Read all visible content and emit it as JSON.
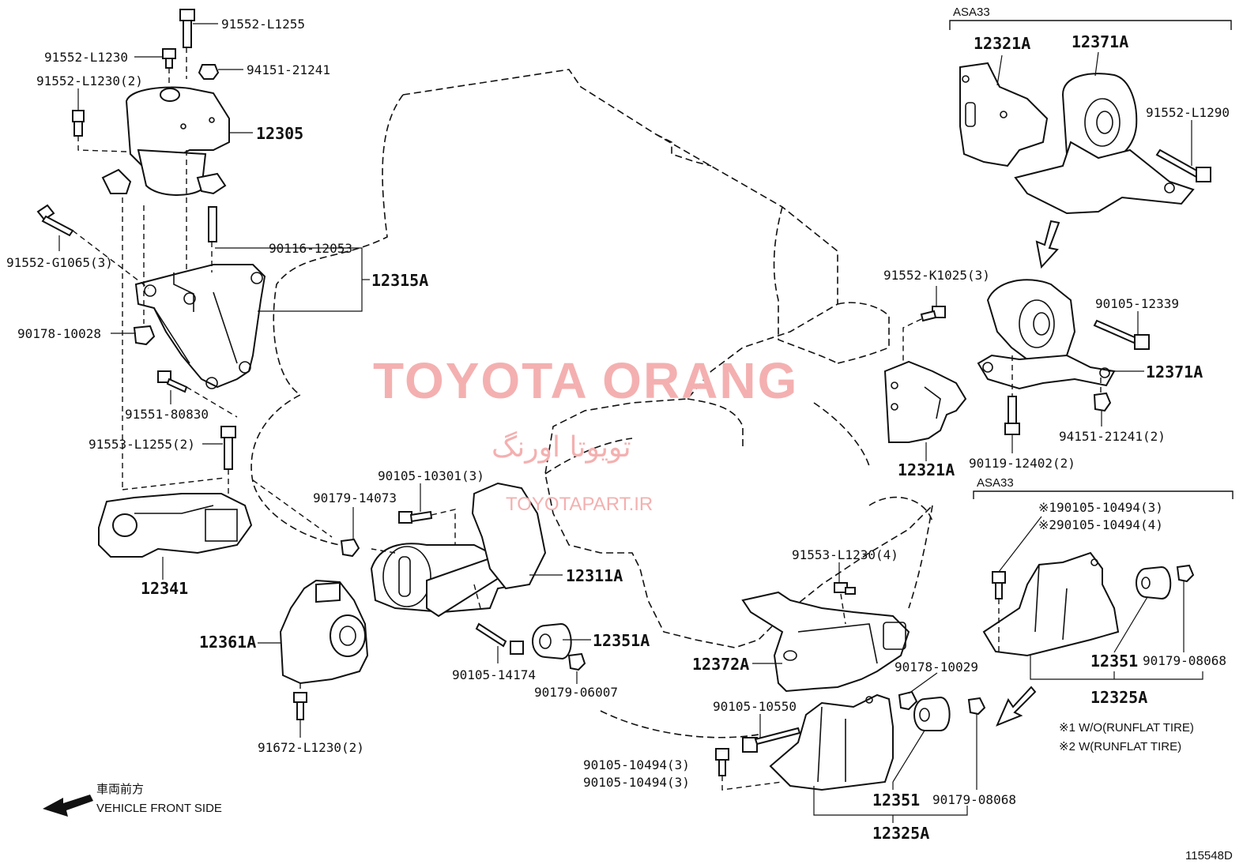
{
  "watermark": {
    "title": "TOYOTA ORANG",
    "persian": "تویوتا اورنگ",
    "url": "TOYOTAPART.IR"
  },
  "variant_labels": {
    "asa33_top": "ASA33",
    "asa33_bottom": "ASA33"
  },
  "parts": {
    "p1": "91552-L1255",
    "p2": "91552-L1230",
    "p3": "91552-L1230(2)",
    "p4": "94151-21241",
    "p5": "12305",
    "p6": "91552-G1065(3)",
    "p7": "90116-12053",
    "p8": "12315A",
    "p9": "90178-10028",
    "p10": "91551-80830",
    "p11": "91553-L1255(2)",
    "p12": "12341",
    "p13": "90105-10301(3)",
    "p14": "90179-14073",
    "p15": "12311A",
    "p16": "12361A",
    "p17": "12351A",
    "p18": "90105-14174",
    "p19": "90179-06007",
    "p20": "91672-L1230(2)",
    "p21": "12321A",
    "p22": "12371A",
    "p23": "91552-L1290",
    "p24": "91552-K1025(3)",
    "p25": "90105-12339",
    "p26": "12371A",
    "p27": "94151-21241(2)",
    "p28": "90119-12402(2)",
    "p29": "12321A",
    "p30": "※190105-10494(3)",
    "p31": "※290105-10494(4)",
    "p32": "12351",
    "p33": "90179-08068",
    "p34": "12325A",
    "p35": "91553-L1230(4)",
    "p36": "12372A",
    "p37": "90178-10029",
    "p38": "90105-10550",
    "p39": "90105-10494(3)",
    "p40": "90105-10494(3)",
    "p41": "12351",
    "p42": "90179-08068",
    "p43": "12325A"
  },
  "notes": {
    "n1": "※1 W/O(RUNFLAT TIRE)",
    "n2": "※2 W(RUNFLAT TIRE)"
  },
  "direction": {
    "jp": "車両前方",
    "en": "VEHICLE FRONT SIDE"
  },
  "figure_id": "115548D"
}
